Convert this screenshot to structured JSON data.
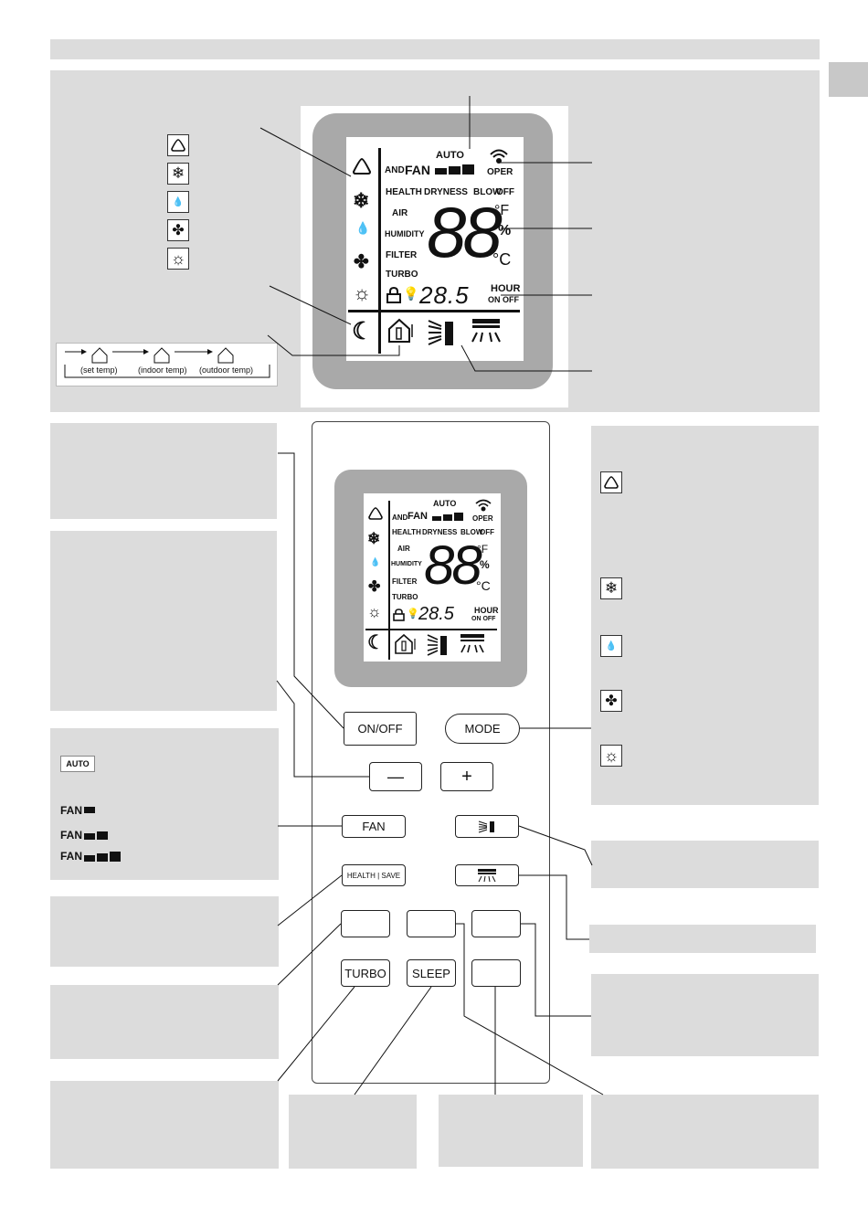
{
  "lcd": {
    "auto": "AUTO",
    "and": "AND",
    "fan": "FAN",
    "oper": "OPER",
    "health": "HEALTH",
    "dryness": "DRYNESS",
    "blow": "BLOW",
    "off": "OFF",
    "air": "AIR",
    "humidity": "HUMIDITY",
    "filter": "FILTER",
    "turbo": "TURBO",
    "big_digits": "88",
    "unit_f": "°F",
    "unit_pct": "%",
    "unit_c": "°C",
    "small_digits": "28.5",
    "hour": "HOUR",
    "on_off": "ON OFF"
  },
  "temp_cycle": {
    "set": "(set temp)",
    "indoor": "(indoor temp)",
    "outdoor": "(outdoor temp)"
  },
  "fan_legend": {
    "auto": "AUTO",
    "fan1": "FAN",
    "fan2": "FAN",
    "fan3": "FAN"
  },
  "buttons": {
    "on_off": "ON/OFF",
    "mode": "MODE",
    "minus": "—",
    "plus": "+",
    "fan": "FAN",
    "health_save": "HEALTH | SAVE",
    "turbo": "TURBO",
    "sleep": "SLEEP"
  },
  "icons": [
    "auto-mode-icon",
    "cool-mode-icon",
    "dry-mode-icon",
    "fan-mode-icon",
    "heat-mode-icon",
    "sleep-icon",
    "temp-display-icon",
    "swing-icon",
    "louver-icon",
    "signal-icon",
    "lock-icon",
    "light-icon"
  ],
  "colors": {
    "panel_grey": "#dcdcdc",
    "lcd_frame": "#a9a9a9"
  }
}
